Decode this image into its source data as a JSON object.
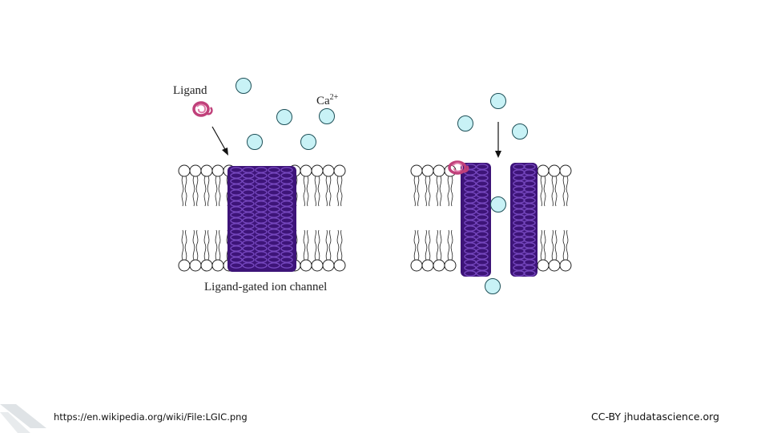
{
  "diagram": {
    "ligand_label": "Ligand",
    "ion_label": "Ca",
    "ion_charge": "2+",
    "caption": "Ligand-gated ion channel"
  },
  "footer": {
    "source_url": "https://en.wikipedia.org/wiki/File:LGIC.png",
    "license": "CC-BY jhudatascience.org"
  },
  "colors": {
    "ion_fill": "#c8f2f6",
    "protein": "#4b1b8f",
    "ligand": "#c0407a"
  }
}
